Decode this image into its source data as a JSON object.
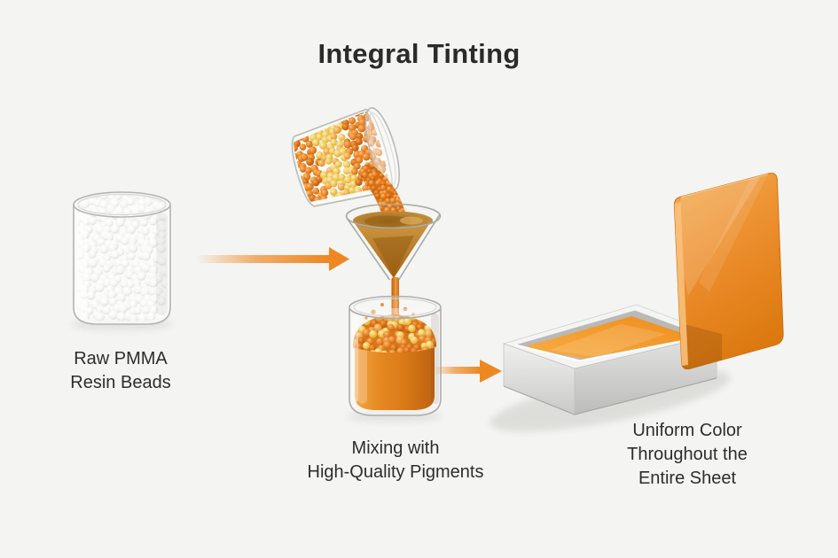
{
  "title": "Integral Tinting",
  "colors": {
    "background": "#f4f4f2",
    "accent_orange": "#ee8720",
    "text": "#2d2d2d",
    "sheet_orange": "#e98a24",
    "tray_silver": "#d6d6d6",
    "liquid_amber": "#c08436",
    "bead_white": "#ffffff",
    "bead_yellow": "#f3cd62",
    "bead_orange": "#ee8c2e"
  },
  "stages": [
    {
      "id": "raw-pmma-resin-beads",
      "label_lines": [
        "Raw PMMA",
        "Resin Beads"
      ]
    },
    {
      "id": "mixing-with-pigments",
      "label_lines": [
        "Mixing with",
        "High-Quality Pigments"
      ]
    },
    {
      "id": "uniform-color-sheet",
      "label_lines": [
        "Uniform Color",
        "Throughout the",
        "Entire Sheet"
      ]
    }
  ],
  "arrows": [
    {
      "name": "flow-arrow-stage1-stage2"
    },
    {
      "name": "flow-arrow-stage2-stage3"
    }
  ]
}
